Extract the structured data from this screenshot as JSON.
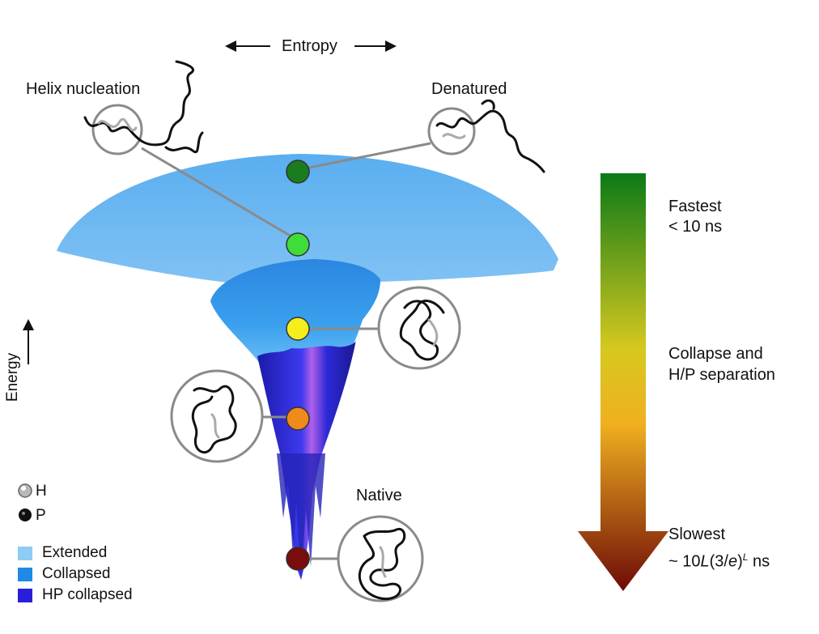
{
  "axes": {
    "entropy_label": "Entropy",
    "energy_label": "Energy"
  },
  "states": {
    "helix_nucleation": "Helix nucleation",
    "denatured": "Denatured",
    "native": "Native"
  },
  "rate_bar": {
    "fastest_title": "Fastest",
    "fastest_value": "< 10 ns",
    "middle_line1": "Collapse and",
    "middle_line2": "H/P separation",
    "slowest_title": "Slowest",
    "slowest_prefix": "~ 10",
    "slowest_L": "L",
    "slowest_paren_open": "(3/",
    "slowest_e": "e",
    "slowest_paren_close": ")",
    "slowest_sup": "L",
    "slowest_unit": " ns",
    "colors": [
      "#0b7a17",
      "#d6c81f",
      "#f0b020",
      "#6e0a07"
    ]
  },
  "legend": {
    "h_label": "H",
    "p_label": "P",
    "extended_label": "Extended",
    "collapsed_label": "Collapsed",
    "hp_collapsed_label": "HP collapsed",
    "extended_color": "#8ecbf5",
    "collapsed_color": "#1e8ae6",
    "hp_collapsed_color": "#2a1fd8"
  },
  "markers": {
    "denatured_color": "#1b7c1f",
    "helix_color": "#3fdc3a",
    "collapse_color": "#f4ee1d",
    "hp_color": "#f08a1a",
    "native_color": "#7a0c0c"
  }
}
